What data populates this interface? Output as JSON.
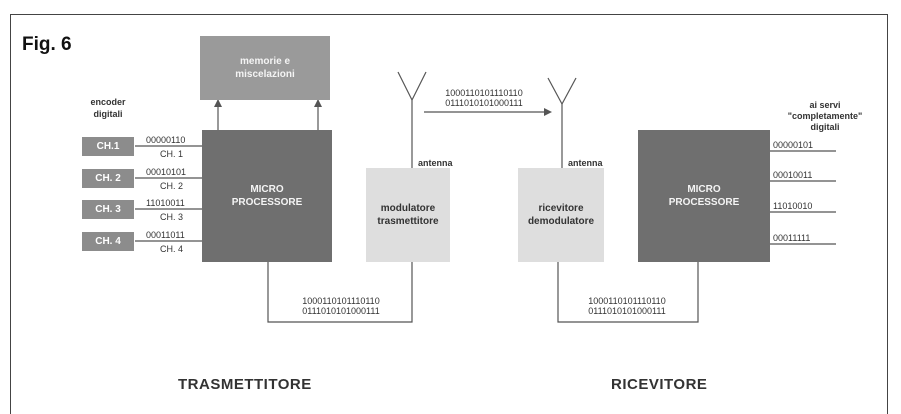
{
  "figure_label": "Fig. 6",
  "memory_box": "memorie e\nmiscelazioni",
  "encoder_label": "encoder\ndigitali",
  "channels": [
    {
      "name": "CH.1",
      "code": "00000110",
      "sub": "CH. 1"
    },
    {
      "name": "CH. 2",
      "code": "00010101",
      "sub": "CH. 2"
    },
    {
      "name": "CH. 3",
      "code": "11010011",
      "sub": "CH. 3"
    },
    {
      "name": "CH. 4",
      "code": "00011011",
      "sub": "CH. 4"
    }
  ],
  "micro_tx": "MICRO\nPROCESSORE",
  "micro_rx": "MICRO\nPROCESSORE",
  "modulator": "modulatore\ntrasmettitore",
  "demodulator": "ricevitore\ndemodulatore",
  "antenna_tx": "antenna",
  "antenna_rx": "antenna",
  "air_bits": "1000110101110110\n0111010101000111",
  "tx_bus_bits": "1000110101110110\n0111010101000111",
  "rx_bus_bits": "1000110101110110\n0111010101000111",
  "servo_label": "ai servi\n\"completamente\"\ndigitali",
  "outputs": [
    "00000101",
    "00010011",
    "11010010",
    "00011111"
  ],
  "tx_title": "TRASMETTITORE",
  "rx_title": "RICEVITORE"
}
